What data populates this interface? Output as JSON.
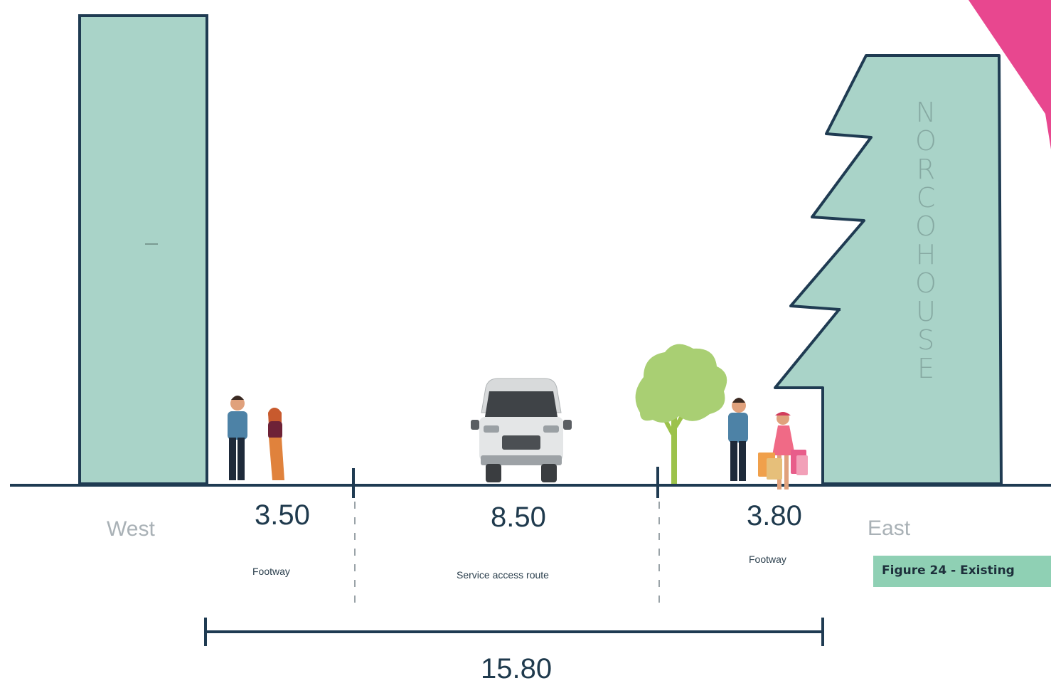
{
  "directions": {
    "west": "West",
    "east": "East"
  },
  "segments": [
    {
      "value": "3.50",
      "label": "Footway"
    },
    {
      "value": "8.50",
      "label": "Service access route"
    },
    {
      "value": "3.80",
      "label": "Footway"
    }
  ],
  "total": "15.80",
  "building_name": "NORCOHOUSE",
  "caption": "Figure 24 - Existing",
  "colors": {
    "building": "#a9d3c8",
    "outline": "#1f3b52",
    "accent": "#e8478f",
    "caption_bg": "#8fd0b4"
  }
}
